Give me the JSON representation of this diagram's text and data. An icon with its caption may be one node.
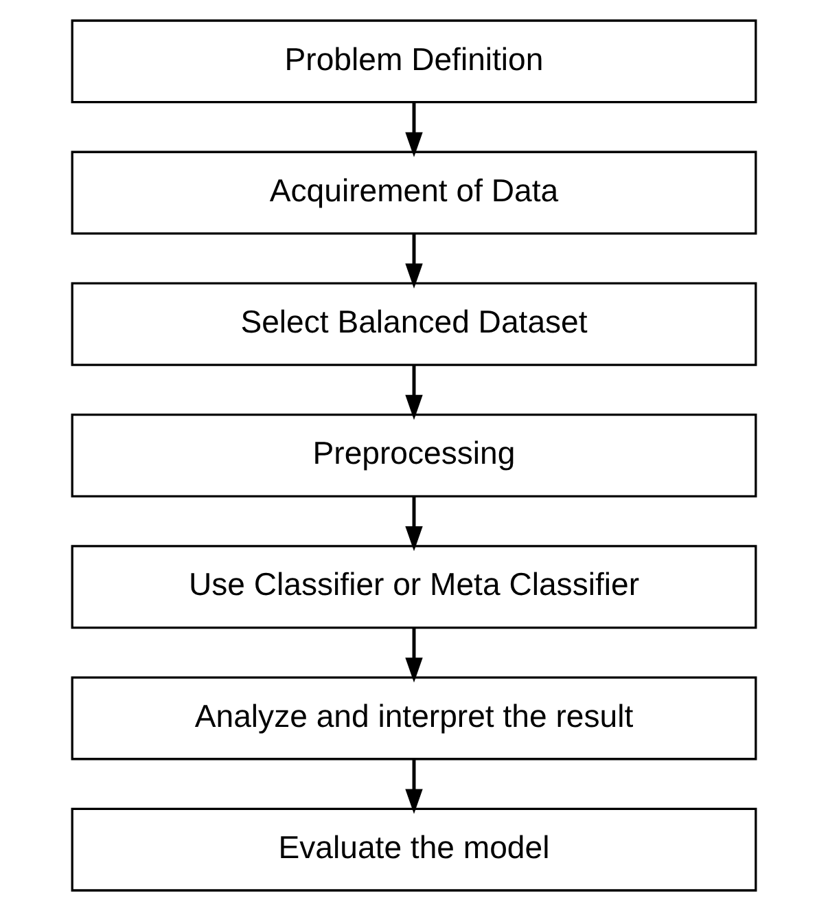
{
  "diagram": {
    "nodes": [
      {
        "text": [
          "Problem Definition"
        ]
      },
      {
        "text": [
          "Acquirement of Data"
        ]
      },
      {
        "text": [
          "Select Balanced Dataset"
        ]
      },
      {
        "text": [
          "Preprocessing"
        ]
      },
      {
        "text": [
          "Use Classifier or Meta Classifier"
        ]
      },
      {
        "text": [
          "Analyze and interpret the result"
        ]
      },
      {
        "text": [
          "Evaluate the model"
        ]
      }
    ],
    "edges": [
      {
        "from": 0,
        "to": 1,
        "arrow": "to"
      },
      {
        "from": 1,
        "to": 2,
        "arrow": "to"
      },
      {
        "from": 2,
        "to": 3,
        "arrow": "to"
      },
      {
        "from": 3,
        "to": 4,
        "arrow": "to"
      },
      {
        "from": 4,
        "to": 5,
        "arrow": "to"
      },
      {
        "from": 5,
        "to": 6,
        "arrow": "to"
      }
    ]
  }
}
